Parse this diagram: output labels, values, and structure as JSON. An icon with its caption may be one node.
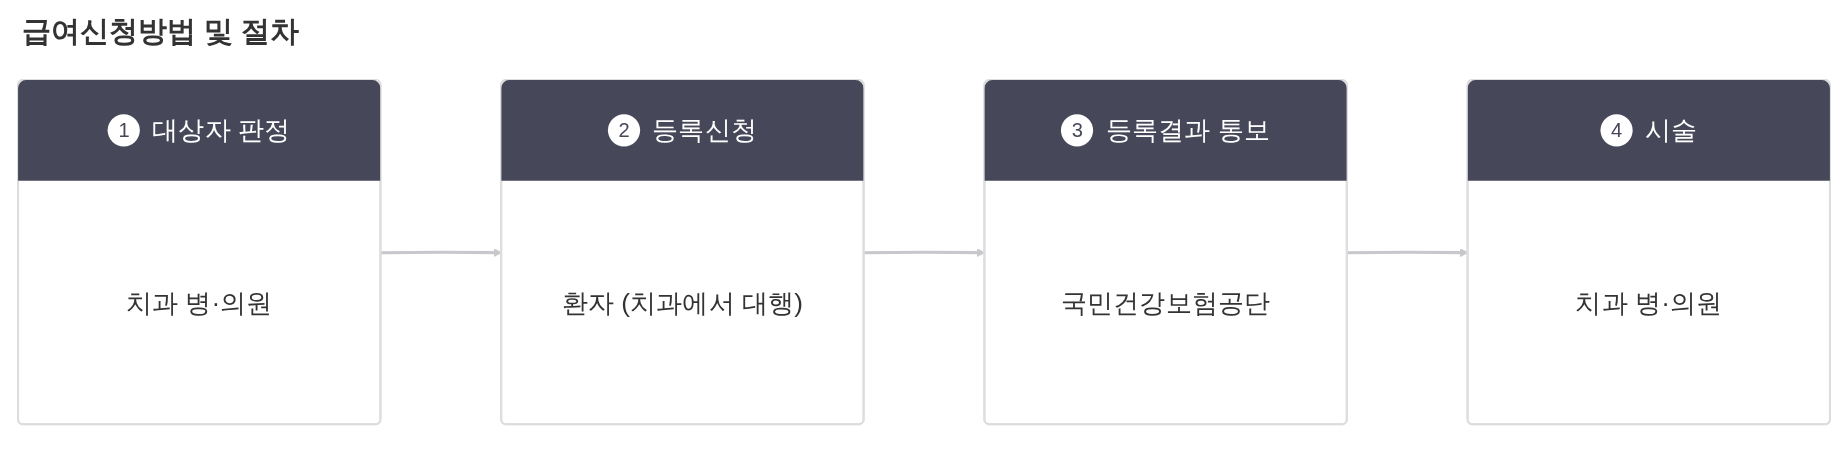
{
  "diagram": {
    "title": "급여신청방법 및 절차",
    "nodes": [
      {
        "text": [
          "1",
          "대상자 판정",
          "치과 병·의원"
        ]
      },
      {
        "text": [
          "2",
          "등록신청",
          "환자 (치과에서 대행)"
        ]
      },
      {
        "text": [
          "3",
          "등록결과 통보",
          "국민건강보험공단"
        ]
      },
      {
        "text": [
          "4",
          "시술",
          "치과 병·의원"
        ]
      }
    ],
    "edges": [
      {
        "from": 0,
        "to": 1,
        "arrow": "to"
      },
      {
        "from": 1,
        "to": 2,
        "arrow": "to"
      },
      {
        "from": 2,
        "to": 3,
        "arrow": "to"
      }
    ]
  }
}
